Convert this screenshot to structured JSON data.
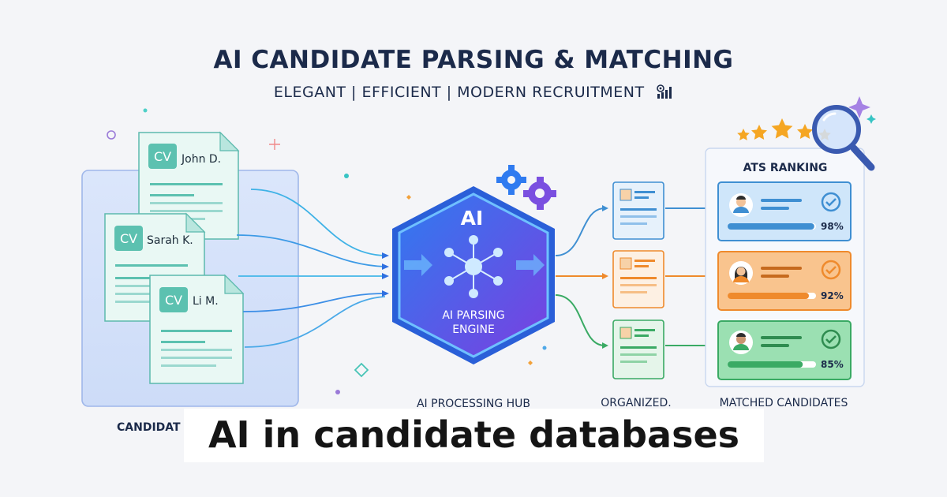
{
  "header": {
    "title": "AI CANDIDATE PARSING & MATCHING",
    "subtitle": "ELEGANT | EFFICIENT | MODERN RECRUITMENT"
  },
  "resumes": [
    {
      "badge": "CV",
      "name": "John D."
    },
    {
      "badge": "CV",
      "name": "Sarah K."
    },
    {
      "badge": "CV",
      "name": "Li M."
    }
  ],
  "engine": {
    "badge": "AI",
    "label_line1": "AI PARSING",
    "label_line2": "ENGINE"
  },
  "ranking": {
    "title": "ATS RANKING",
    "cards": [
      {
        "score": "98%",
        "fill": 0.98,
        "color": "#3f8fd2"
      },
      {
        "score": "92%",
        "fill": 0.92,
        "color": "#ef8a2c"
      },
      {
        "score": "85%",
        "fill": 0.85,
        "color": "#3aaa64"
      }
    ]
  },
  "column_labels": {
    "left": "CANDIDAT",
    "hub": "AI PROCESSING HUB",
    "organized": "ORGANIZED.",
    "matched": "MATCHED CANDIDATES"
  },
  "caption": "AI in candidate databases",
  "icons": [
    "chart-icon",
    "gear-icon",
    "magnifier-icon",
    "star-icon",
    "network-icon",
    "avatar-icon",
    "check-icon",
    "sparkle-icon"
  ]
}
